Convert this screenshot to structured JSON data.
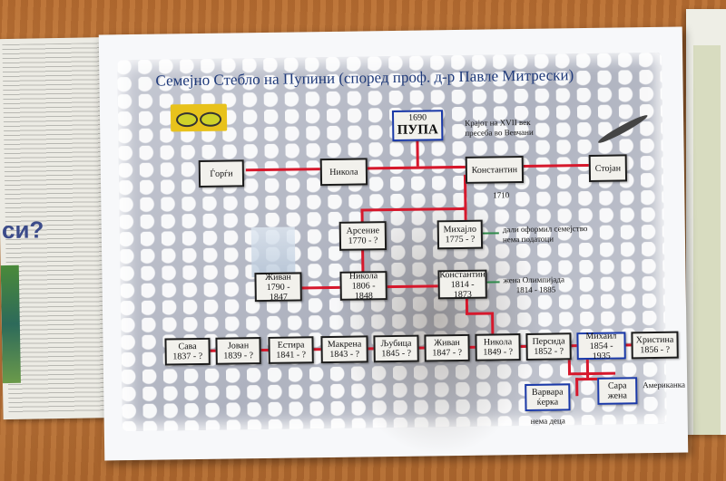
{
  "newspaper": {
    "fragment": "си?"
  },
  "poster": {
    "title": "Семејно Стебло на Пупини (според проф. д-р Павле Митрески)",
    "root": {
      "year": "1690",
      "name": "ПУПА",
      "note_line1": "Крајот на XVII век",
      "note_line2": "пресеба во Вевчани"
    },
    "gen2": [
      {
        "line1": "Ѓорѓи"
      },
      {
        "line1": "Никола"
      },
      {
        "line1": "Константин"
      },
      {
        "line1": "Стојан"
      }
    ],
    "gen2_note": "1710",
    "gen3": [
      {
        "line1": "Арсение",
        "line2": "1770 - ?"
      },
      {
        "line1": "Михајло",
        "line2": "1775 - ?"
      }
    ],
    "gen3_note_line1": "дали оформил семејство",
    "gen3_note_line2": "нема податоци",
    "gen4": [
      {
        "line1": "Живан",
        "line2": "1790 - 1847"
      },
      {
        "line1": "Никола",
        "line2": "1806 - 1848"
      },
      {
        "line1": "Константин",
        "line2": "1814 - 1873"
      }
    ],
    "gen4_note_line1": "жена Олимпијада",
    "gen4_note_line2": "1814 - 1885",
    "gen5": [
      {
        "line1": "Сава",
        "line2": "1837 - ?"
      },
      {
        "line1": "Јован",
        "line2": "1839 - ?"
      },
      {
        "line1": "Естира",
        "line2": "1841 - ?"
      },
      {
        "line1": "Макрена",
        "line2": "1843 - ?"
      },
      {
        "line1": "Љубица",
        "line2": "1845 - ?"
      },
      {
        "line1": "Живан",
        "line2": "1847 - ?"
      },
      {
        "line1": "Никола",
        "line2": "1849 - ?"
      },
      {
        "line1": "Персида",
        "line2": "1852 - ?"
      },
      {
        "line1": "Михаил",
        "line2": "1854 - 1935"
      },
      {
        "line1": "Христина",
        "line2": "1856 - ?"
      }
    ],
    "gen6": [
      {
        "line1": "Варвара",
        "line2": "ќерка"
      },
      {
        "line1": "Сара",
        "line2": "жена"
      }
    ],
    "gen6_note": "Американка",
    "gen6_bottom_note": "нема деца"
  },
  "colors": {
    "link": "#d6182c",
    "note_link": "#2f8a4a",
    "box_border": "#1c1c1c",
    "highlight_border": "#1a39a8",
    "title": "#1f3a7a"
  }
}
